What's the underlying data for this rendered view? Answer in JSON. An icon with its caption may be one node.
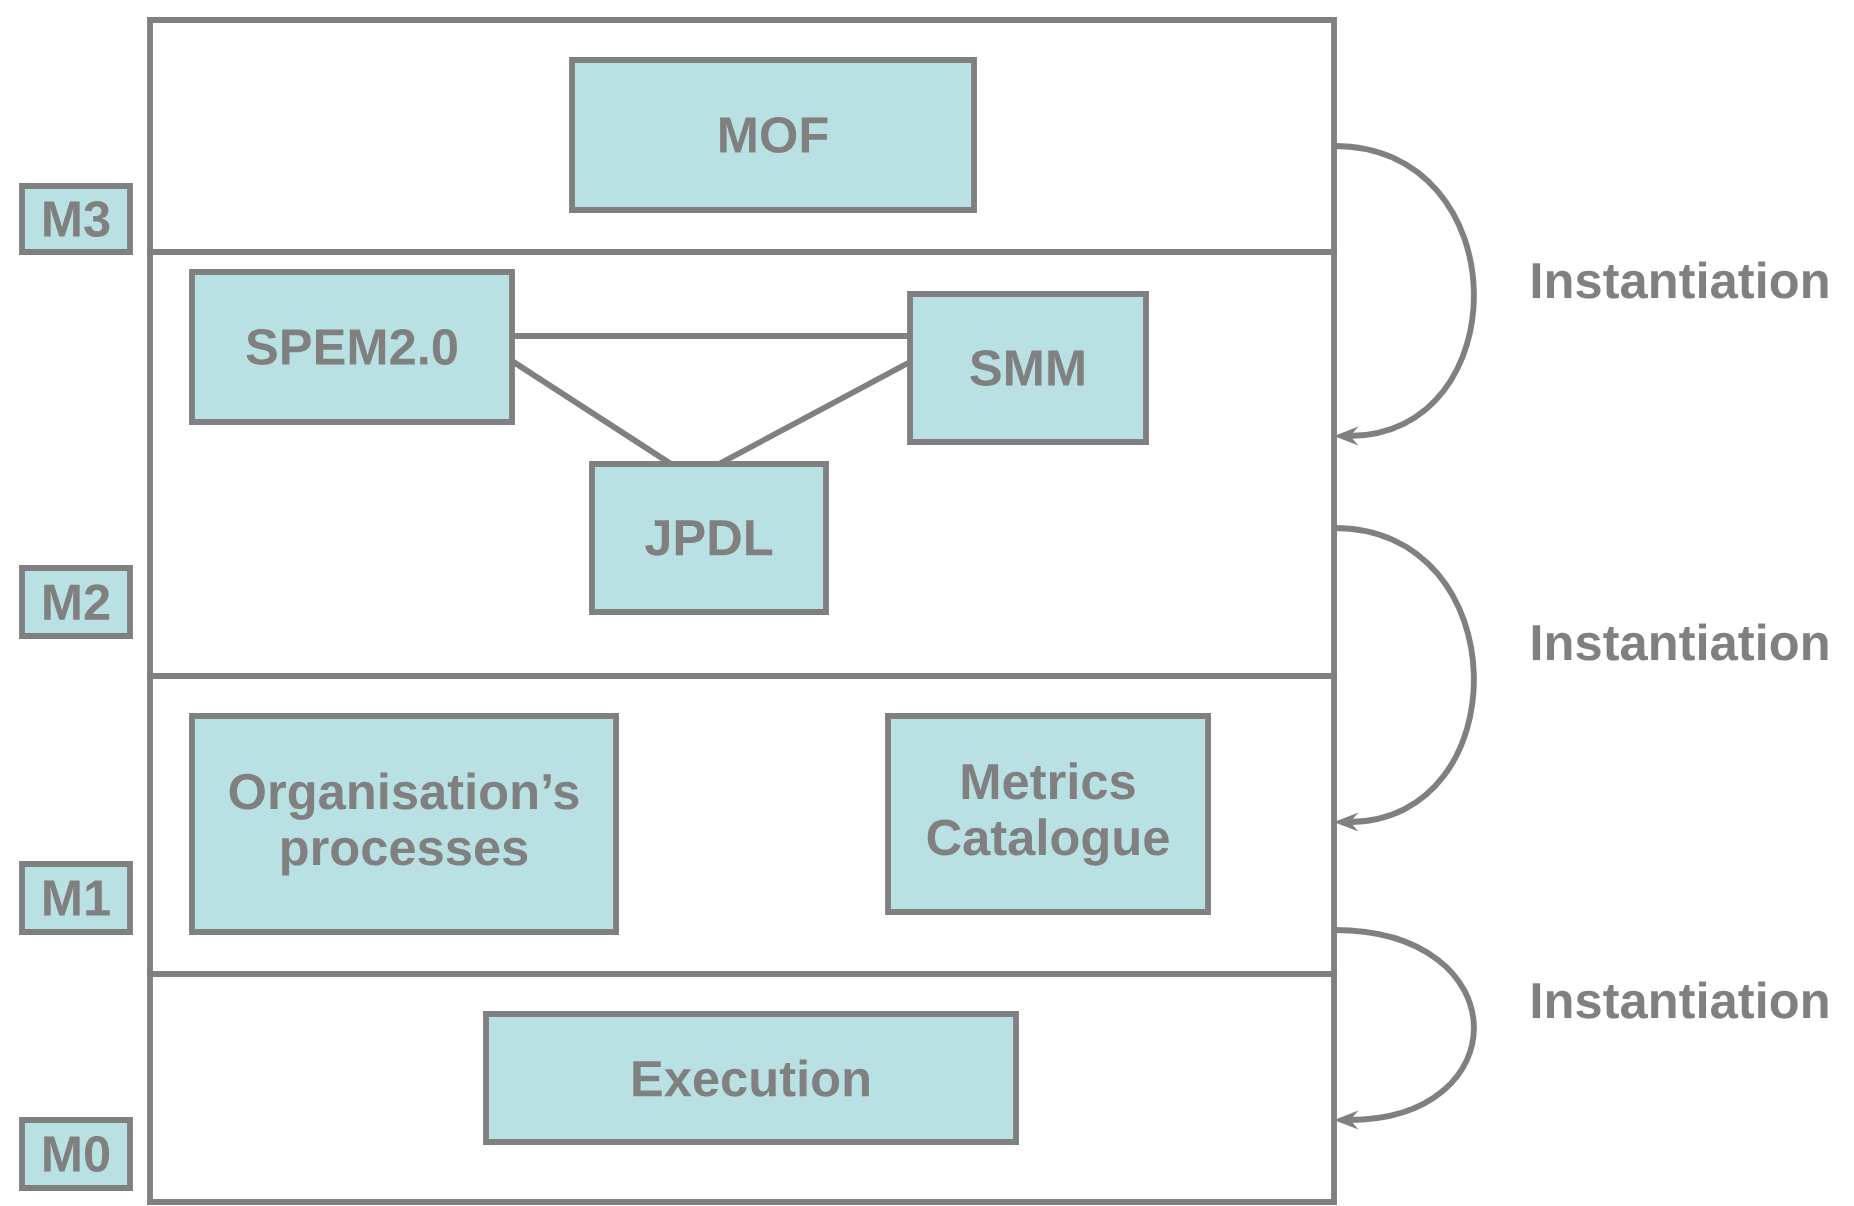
{
  "diagram": {
    "nodes": [
      {
        "text": [],
        "shape": "box"
      },
      {
        "text": [
          "MOF"
        ],
        "in": 0
      },
      {
        "text": [],
        "shape": "box"
      },
      {
        "text": [
          "SPEM2.0"
        ],
        "in": 2
      },
      {
        "text": [
          "SMM"
        ],
        "in": 2
      },
      {
        "text": [
          "JPDL"
        ],
        "in": 2
      },
      {
        "text": [],
        "shape": "box"
      },
      {
        "text": [
          "Organisation’s processes"
        ],
        "in": 6
      },
      {
        "text": [
          "Metrics Catalogue"
        ],
        "in": 6
      },
      {
        "text": [],
        "shape": "box"
      },
      {
        "text": [
          "Execution"
        ],
        "in": 9
      },
      {
        "text": [
          "M3"
        ]
      },
      {
        "text": [
          "M2"
        ]
      },
      {
        "text": [
          "M1"
        ]
      },
      {
        "text": [
          "M0"
        ]
      }
    ],
    "edges": [
      {
        "from": 3,
        "to": 4,
        "arrow": "none"
      },
      {
        "from": 3,
        "to": 5,
        "arrow": "none"
      },
      {
        "from": 5,
        "to": 4,
        "arrow": "none"
      },
      {
        "from": 0,
        "to": 2,
        "arrow": "to",
        "label": "Instantiation"
      },
      {
        "from": 2,
        "to": 6,
        "arrow": "to",
        "label": "Instantiation"
      },
      {
        "from": 6,
        "to": 9,
        "arrow": "to",
        "label": "Instantiation"
      }
    ]
  }
}
